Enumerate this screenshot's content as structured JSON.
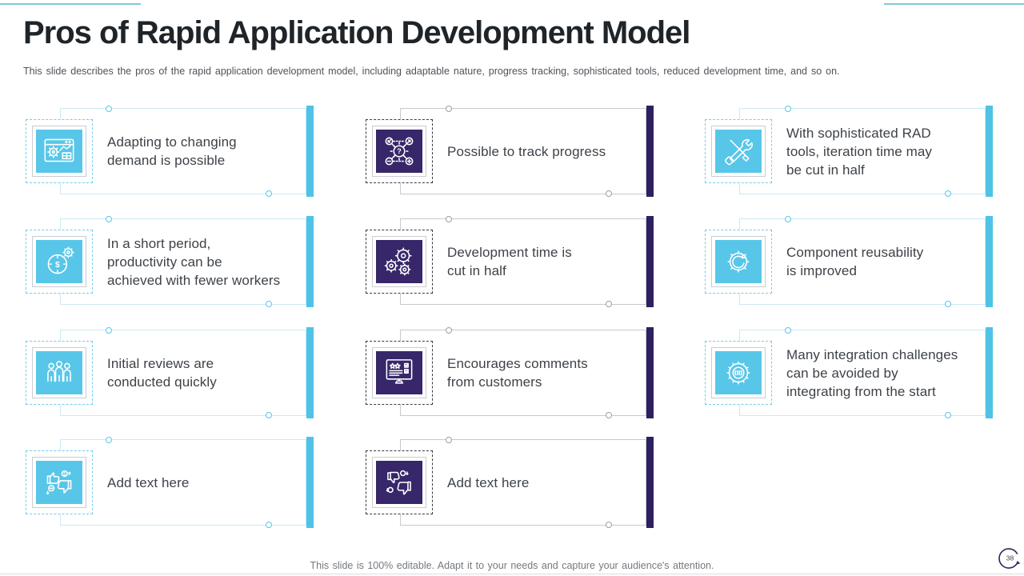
{
  "slide": {
    "title": "Pros of Rapid Application Development Model",
    "subtitle": "This slide describes the pros of the rapid application development model, including adaptable nature, progress tracking, sophisticated tools, reduced development time, and so on.",
    "footer": "This slide is 100% editable. Adapt it to your needs and capture your audience's attention.",
    "page_number": "38",
    "top_accent_color": "#7ecbd9"
  },
  "themes": {
    "cyan": {
      "icon_bg": "#58c6e8",
      "bar": "#4fc3e6",
      "dashed_border": "#74ccea",
      "card_border": "#cde8f2",
      "dot": "#58c6e8"
    },
    "purple": {
      "icon_bg": "#37276a",
      "bar": "#2e2060",
      "dashed_border": "#3a3a44",
      "card_border": "#c7cad0",
      "dot": "#9a9fa5"
    }
  },
  "cards": [
    {
      "text": "Adapting to changing\ndemand is possible",
      "icon": "adaptive-dashboard-icon",
      "theme": "cyan",
      "col": 0,
      "row": 0
    },
    {
      "text": "Possible to track progress",
      "icon": "gear-question-icon",
      "theme": "purple",
      "col": 1,
      "row": 0
    },
    {
      "text": "With sophisticated RAD\ntools, iteration time may\nbe cut in half",
      "icon": "tools-icon",
      "theme": "cyan",
      "col": 2,
      "row": 0
    },
    {
      "text": "In a short period,\nproductivity can be\nachieved with fewer workers",
      "icon": "clock-dollar-icon",
      "theme": "cyan",
      "col": 0,
      "row": 1
    },
    {
      "text": "Development time is\ncut in half",
      "icon": "gears-icon",
      "theme": "purple",
      "col": 1,
      "row": 1
    },
    {
      "text": "Component reusability\nis improved",
      "icon": "gear-arrow-icon",
      "theme": "cyan",
      "col": 2,
      "row": 1
    },
    {
      "text": "Initial reviews are\nconducted quickly",
      "icon": "team-icon",
      "theme": "cyan",
      "col": 0,
      "row": 2
    },
    {
      "text": "Encourages comments\nfrom customers",
      "icon": "monitor-review-icon",
      "theme": "purple",
      "col": 1,
      "row": 2
    },
    {
      "text": "Many integration challenges\ncan be avoided by\nintegrating from the start",
      "icon": "integration-gear-icon",
      "theme": "cyan",
      "col": 2,
      "row": 2
    },
    {
      "text": "Add text here",
      "icon": "thumbs-up-down-icon",
      "theme": "cyan",
      "col": 0,
      "row": 3
    },
    {
      "text": "Add text here",
      "icon": "thumbs-down-icon",
      "theme": "purple",
      "col": 1,
      "row": 3
    }
  ]
}
